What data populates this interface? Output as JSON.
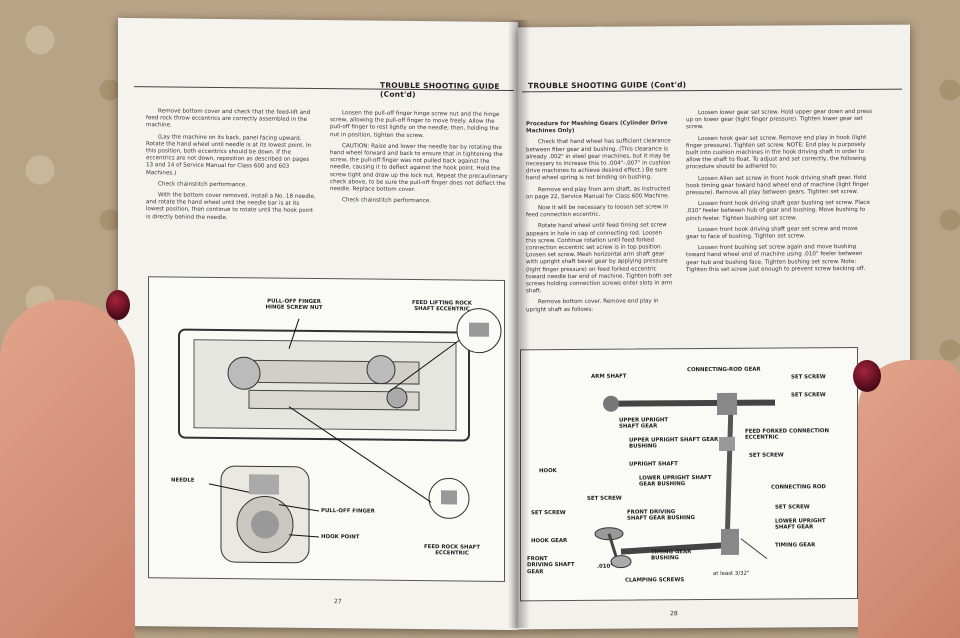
{
  "left_page": {
    "header": "TROUBLE SHOOTING GUIDE (Cont'd)",
    "col1": [
      "Remove bottom cover and check that the feed-lift and feed rock throw eccentrics are correctly assembled in the machine.",
      "(Lay the machine on its back, panel facing upward. Rotate the hand wheel until needle is at its lowest point. In this position, both eccentrics should be down. If the eccentrics are not down, reposition as described on pages 13 and 14 of Service Manual for Class 600 and 603 Machines.)",
      "Check chainstitch performance.",
      "With the bottom cover removed, install a No. 18 needle, and rotate the hand wheel until the needle bar is at its lowest position, then continue to rotate until the hook point is directly behind the needle."
    ],
    "col2": [
      "Loosen the pull-off finger hinge screw nut and the hinge screw, allowing the pull-off finger to move freely. Allow the pull-off finger to rest lightly on the needle; then, holding the nut in position, tighten the screw.",
      "CAUTION: Raise and lower the needle bar by rotating the hand wheel forward and back to ensure that in tightening the screw, the pull-off finger was not pulled back against the needle, causing it to deflect against the hook point. Hold the screw tight and draw up the lock nut. Repeat the precautionary check above, to be sure the pull-off finger does not deflect the needle. Replace bottom cover.",
      "Check chainstitch performance."
    ],
    "figure_labels": {
      "pull_off_hinge": "PULL-OFF FINGER HINGE SCREW NUT",
      "feed_lifting": "FEED LIFTING ROCK SHAFT ECCENTRIC",
      "needle": "NEEDLE",
      "pull_off_finger": "PULL-OFF FINGER",
      "hook_point": "HOOK POINT",
      "feed_rock": "FEED ROCK SHAFT ECCENTRIC"
    },
    "page_number": "27"
  },
  "right_page": {
    "header": "TROUBLE SHOOTING GUIDE (Cont'd)",
    "col1_title": "Procedure for Meshing Gears (Cylinder Drive Machines Only)",
    "col1": [
      "Check that hand wheel has sufficient clearance between fiber gear and bushing. (This clearance is already .002\" in steel gear machines, but it may be necessary to increase this to .004\"-.007\" in cushion drive machines to achieve desired effect.) Be sure hand wheel spring is not binding on bushing.",
      "Remove end play from arm shaft, as instructed on page 22, Service Manual for Class 600 Machine.",
      "Now it will be necessary to loosen set screw in feed connection eccentric.",
      "Rotate hand wheel until feed timing set screw appears in hole in cap of connecting rod. Loosen this screw. Continue rotation until feed forked connection eccentric set screw is in top position. Loosen set screw. Mesh horizontal arm shaft gear with upright shaft bevel gear by applying pressure (light finger pressure) on feed forked eccentric toward needle bar end of machine. Tighten both set screws holding connection screws enter slots in arm shaft.",
      "Remove bottom cover. Remove end play in upright shaft as follows:"
    ],
    "col2": [
      "Loosen lower gear set screw. Hold upper gear down and press up on lower gear (light finger pressure). Tighten lower gear set screw.",
      "Loosen hook gear set screw. Remove end play in hook (light finger pressure). Tighten set screw. NOTE: End play is purposely built into cushion machines in the hook driving shaft in order to allow the shaft to float. To adjust and set correctly, the following procedure should be adhered to:",
      "Loosen Allen set screw in front hook driving shaft gear. Hold hook timing gear toward hand wheel end of machine (light finger pressure). Remove all play between gears. Tighten set screw.",
      "Loosen front hook driving shaft gear bushing set screw. Place .010\" feeler between hub of gear and bushing. Move bushing to pinch feeler. Tighten bushing set screw.",
      "Loosen front hook driving shaft gear set screw and move gear to face of bushing. Tighten set screw.",
      "Loosen front bushing set screw again and move bushing toward hand wheel end of machine using .010\" feeler between gear hub and bushing face. Tighten bushing set screw. Note: Tighten this set screw just enough to prevent screw backing off."
    ],
    "figure_labels": {
      "arm_shaft": "ARM SHAFT",
      "connecting_rod_gear": "CONNECTING-ROD GEAR",
      "set_screw_1": "SET SCREW",
      "set_screw_2": "SET SCREW",
      "upper_upright_gear": "UPPER UPRIGHT SHAFT GEAR",
      "upper_upright_bushing": "UPPER UPRIGHT SHAFT GEAR BUSHING",
      "feed_forked": "FEED FORKED CONNECTION ECCENTRIC",
      "upright_shaft": "UPRIGHT SHAFT",
      "set_screw_3": "SET SCREW",
      "lower_upright_bushing": "LOWER UPRIGHT SHAFT GEAR BUSHING",
      "hook": "HOOK",
      "connecting_rod": "CONNECTING ROD",
      "set_screw_4": "SET SCREW",
      "set_screw_5": "SET SCREW",
      "lower_upright_gear": "LOWER UPRIGHT SHAFT GEAR",
      "front_driving_bushing": "FRONT DRIVING SHAFT GEAR BUSHING",
      "set_screw_6": "SET SCREW",
      "hook_gear": "HOOK GEAR",
      "timing_gear": "TIMING GEAR",
      "front_driving_gear": "FRONT DRIVING SHAFT GEAR",
      "timing_gear_bushing": "TIMING GEAR BUSHING",
      "feeler": ".010\"",
      "clamping": "CLAMPING SCREWS",
      "atleast": "at least 3/32\""
    },
    "page_number": "28"
  }
}
